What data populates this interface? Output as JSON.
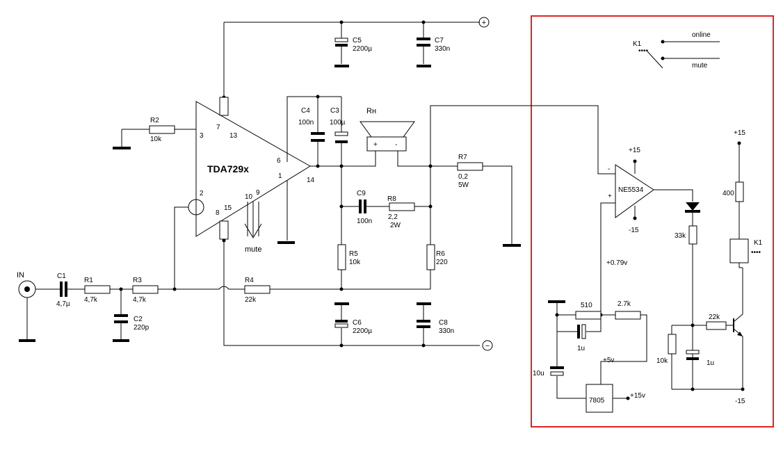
{
  "amplifier": {
    "chip": "TDA729x",
    "pins": {
      "p3": "3",
      "p7": "7",
      "p13": "13",
      "p6": "6",
      "p1": "1",
      "p14": "14",
      "p2": "2",
      "p8": "8",
      "p15": "15",
      "p10": "10",
      "p9": "9"
    },
    "mute_label": "mute"
  },
  "input_label": "IN",
  "supply": {
    "positive": "+",
    "negative": "−"
  },
  "speaker_label": "Rн",
  "speaker_plus": "+",
  "speaker_minus": "-",
  "components": {
    "C1": {
      "name": "C1",
      "value": "4,7µ"
    },
    "R1": {
      "name": "R1",
      "value": "4,7k"
    },
    "R3": {
      "name": "R3",
      "value": "4,7k"
    },
    "C2": {
      "name": "C2",
      "value": "220p"
    },
    "R2": {
      "name": "R2",
      "value": "10k"
    },
    "R4": {
      "name": "R4",
      "value": "22k"
    },
    "C5": {
      "name": "C5",
      "value": "2200µ"
    },
    "C7": {
      "name": "C7",
      "value": "330n"
    },
    "C4": {
      "name": "C4",
      "value": "100n"
    },
    "C3": {
      "name": "C3",
      "value": "100µ"
    },
    "C9": {
      "name": "C9",
      "value": "100n"
    },
    "R8": {
      "name": "R8",
      "value": "2,2",
      "value2": "2W"
    },
    "R5": {
      "name": "R5",
      "value": "10k"
    },
    "R6": {
      "name": "R6",
      "value": "220"
    },
    "R7": {
      "name": "R7",
      "value": "0,2",
      "value2": "5W"
    },
    "C6": {
      "name": "C6",
      "value": "2200µ"
    },
    "C8": {
      "name": "C8",
      "value": "330n"
    }
  },
  "detector": {
    "relay": {
      "name": "K1",
      "online": "online",
      "mute": "mute",
      "coil_name": "K1",
      "dots": "••••"
    },
    "opamp": {
      "name": "NE5534",
      "minus": "-",
      "plus": "+",
      "vplus": "+15",
      "vminus": "-15"
    },
    "bias_voltage": "+0.79v",
    "r510": "510",
    "r2k7": "2.7k",
    "c1u_a": "1u",
    "c10u": "10u",
    "reg": {
      "name": "7805",
      "out": "+5v",
      "in": "+15v"
    },
    "r33k": "33k",
    "r10k": "10k",
    "c1u_b": "1u",
    "r22k": "22k",
    "r400": "400",
    "vcc": "+15",
    "vee": "-15",
    "frame_color": "#e02424"
  }
}
